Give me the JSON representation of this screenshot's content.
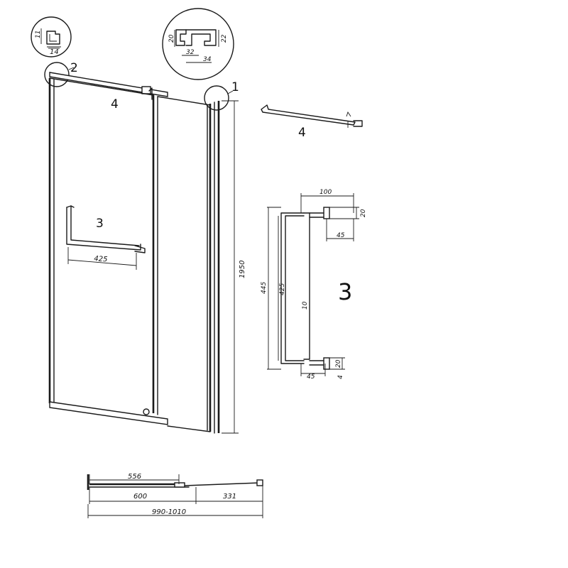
{
  "callouts": {
    "profile_1": "1",
    "profile_2": "2",
    "handle_main": "3",
    "handle_detail": "3",
    "bar_main": "4",
    "bar_detail": "4"
  },
  "detail_2": {
    "dim_height": "11",
    "dim_width": "14"
  },
  "detail_1": {
    "dim_left": "20",
    "dim_right": "22",
    "dim_inner": "32",
    "dim_outer": "34"
  },
  "door": {
    "height": "1950",
    "handle_length": "425"
  },
  "handle_drawing": {
    "dim_spacing": "100",
    "dim_top_right": "20",
    "dim_top_depth": "45",
    "dim_outer_height": "445",
    "dim_inner_height": "425",
    "dim_diameter": "10",
    "dim_bottom_depth": "45",
    "dim_bottom_right": "20",
    "dim_bottom_small": "4"
  },
  "plan": {
    "dim_opening": "556",
    "dim_door": "600",
    "dim_fixed": "331",
    "dim_total": "990-1010"
  }
}
